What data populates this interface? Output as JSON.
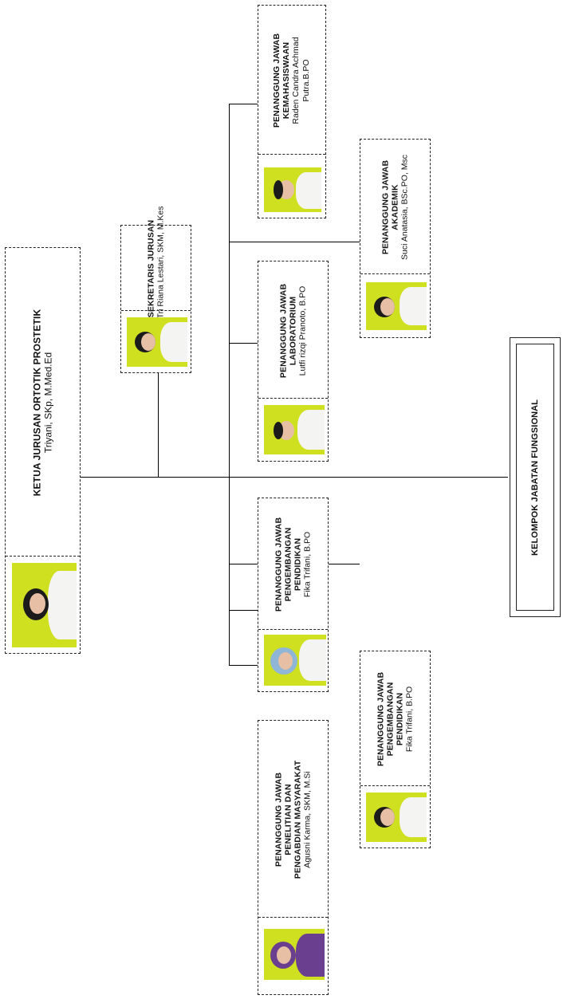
{
  "head": {
    "title": "KETUA JURUSAN ORTOTIK PROSTETIK",
    "name": "Triyani, SKp, M.Med.Ed"
  },
  "secretary": {
    "title": "SEKRETARIS JURUSAN",
    "name": "Dr. Tri Riana Lestari, SKM, M.Kes"
  },
  "kemahasiswaan": {
    "title_1": "PENANGGUNG JAWAB",
    "title_2": "KEMAHASISWAAN",
    "name_1": "Raden Candra Achmad",
    "name_2": "Putra.B.PO"
  },
  "akademik": {
    "title_1": "PENANGGUNG JAWAB",
    "title_2": "AKADEMIK",
    "name": "Suci Anatasia, BSc.PO, Msc"
  },
  "laboratorium": {
    "title_1": "PENANGGUNG JAWAB",
    "title_2": "LABORATORIUM",
    "name": "Lutfi rizqi Pranoto, B.PO"
  },
  "pengembangan_1": {
    "title_1": "PENANGGUNG JAWAB",
    "title_2": "PENGEMBANGAN",
    "title_3": "PENDIDIKAN",
    "name": "Fika Trifani, B.PO"
  },
  "pengembangan_2": {
    "title_1": "PENANGGUNG JAWAB",
    "title_2": "PENGEMBANGAN",
    "title_3": "PENDIDIKAN",
    "name": "Fika Trifani, B.PO"
  },
  "penelitian": {
    "title_1": "PENANGGUNG JAWAB",
    "title_2": "PENELITIAN DAN",
    "title_3": "PENGABDIAN MASYARAKAT",
    "name": "Agusni Karma, SKM, M.Si"
  },
  "functional": {
    "title": "KELOMPOK JABATAN FUNGSIONAL"
  },
  "colors": {
    "photo_background": "#cfe021",
    "line": "#000000"
  }
}
